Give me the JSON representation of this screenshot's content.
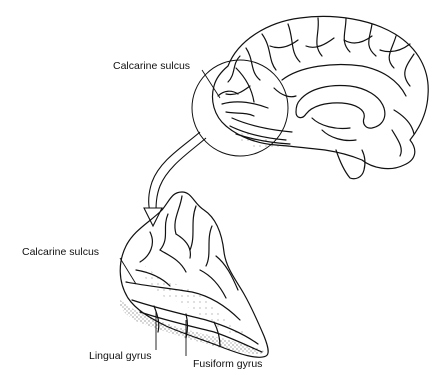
{
  "diagram": {
    "labels": {
      "calcarine_top": "Calcarine sulcus",
      "calcarine_bottom": "Calcarine sulcus",
      "lingual": "Lingual gyrus",
      "fusiform": "Fusiform gyrus"
    }
  }
}
